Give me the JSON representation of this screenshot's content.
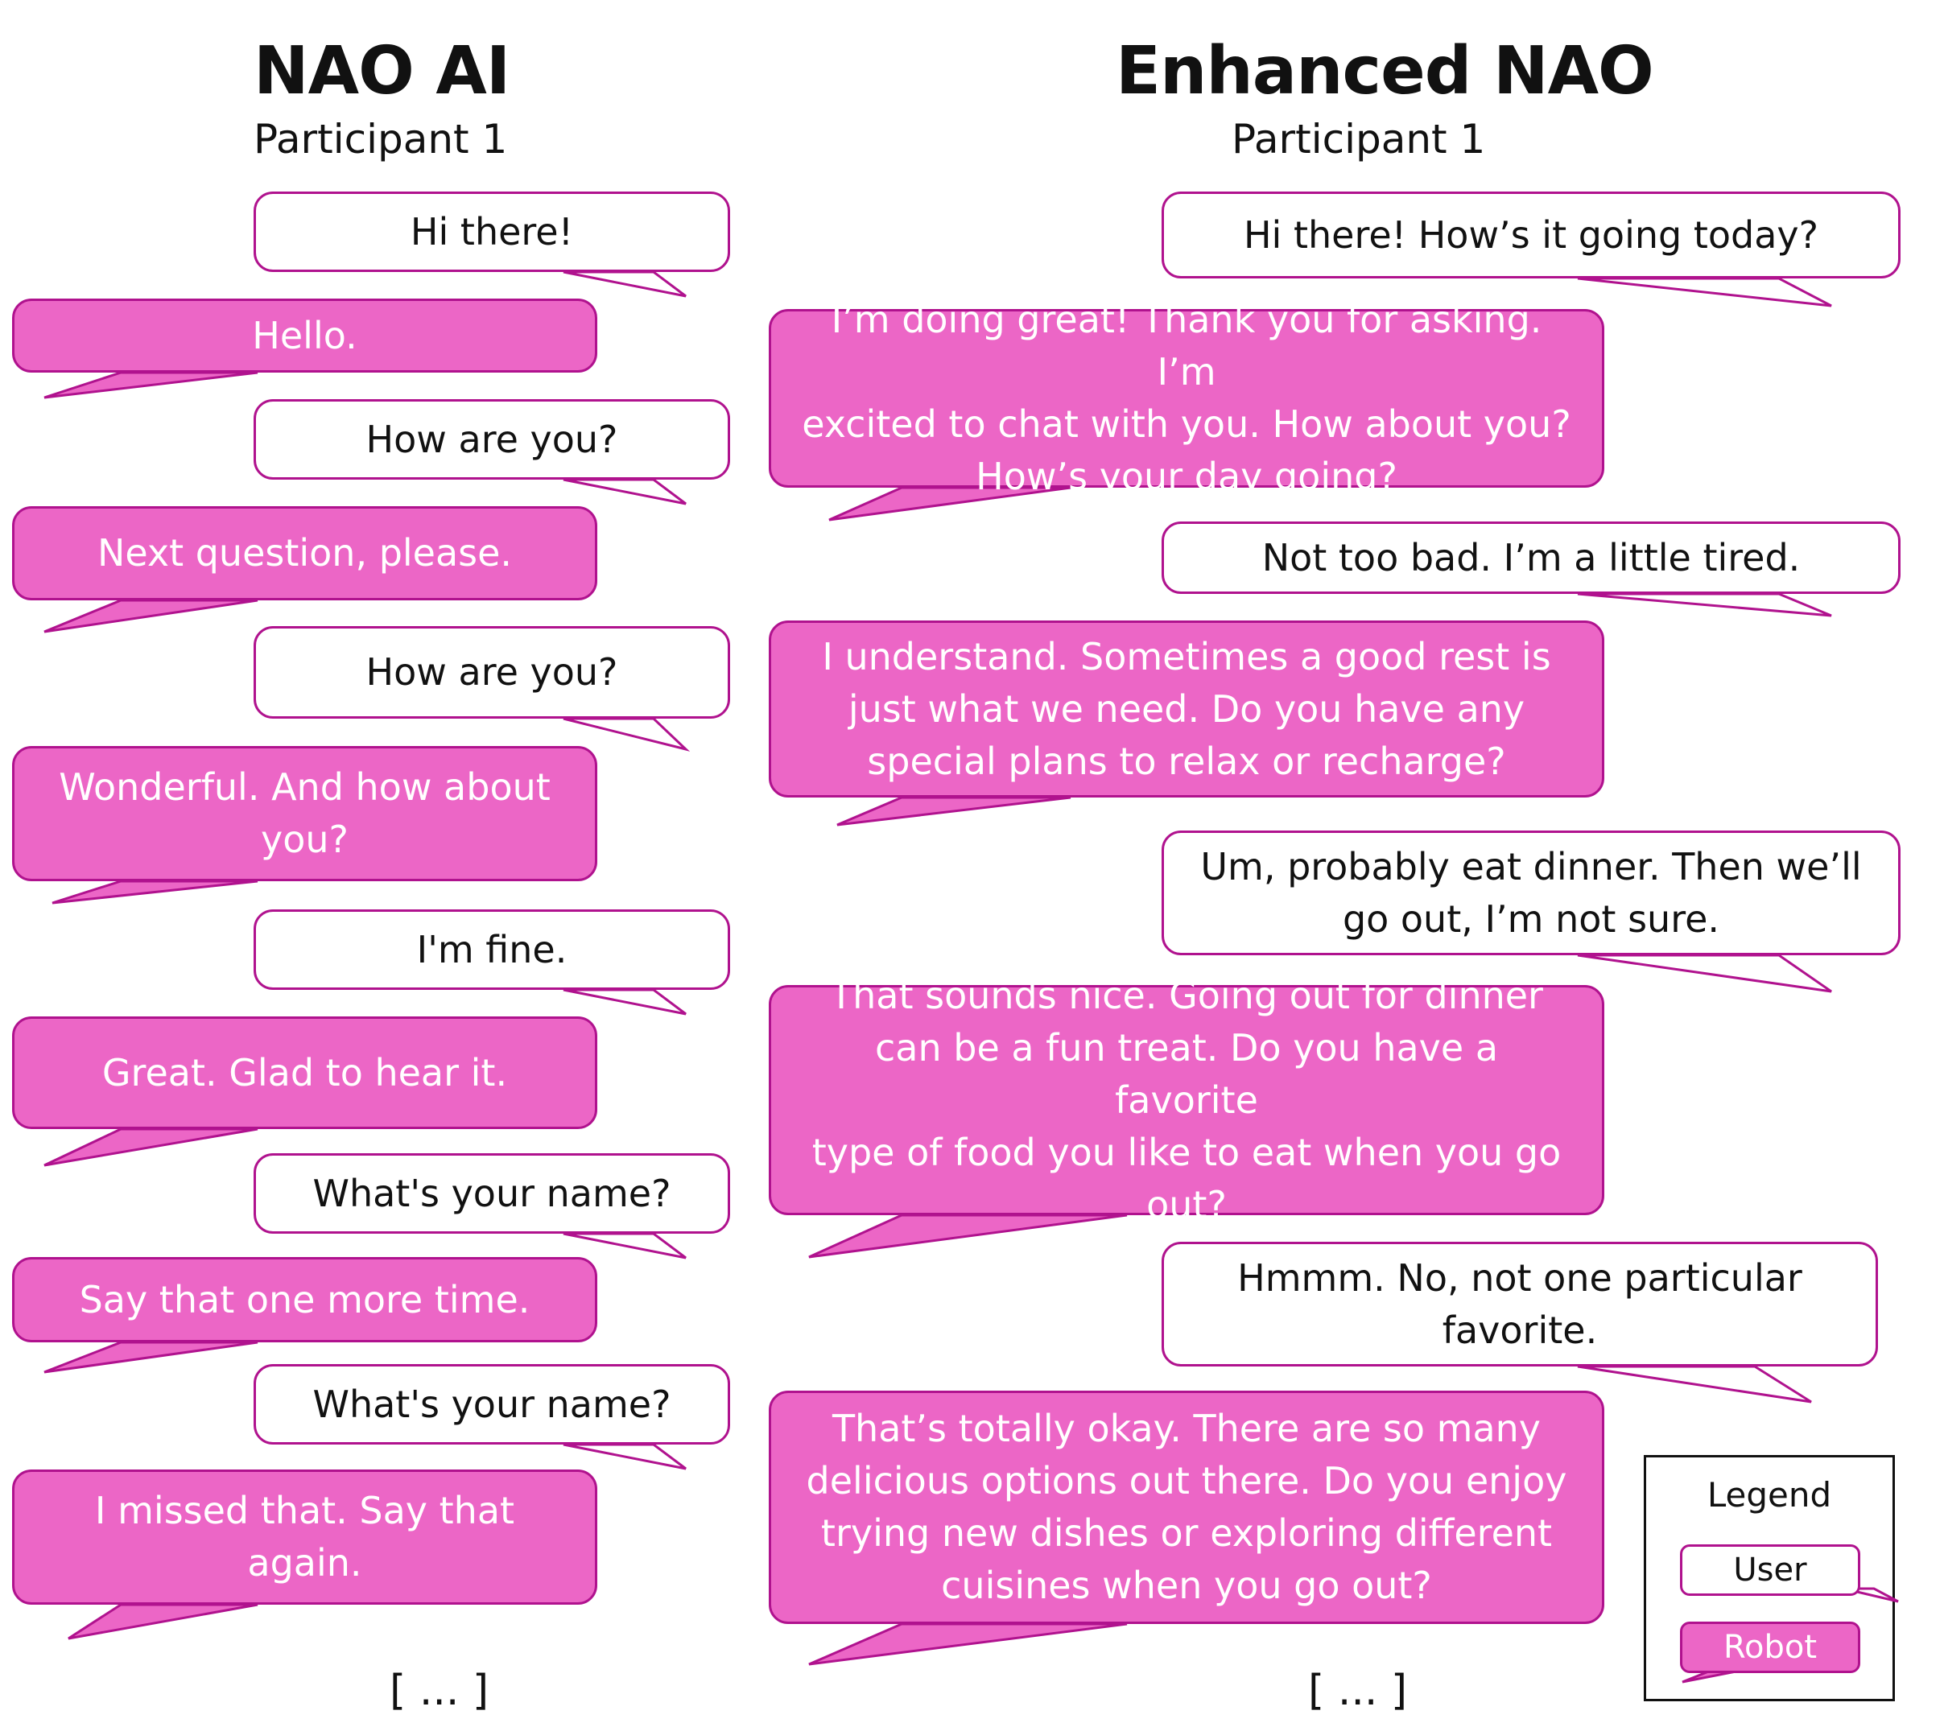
{
  "colors": {
    "robot_fill": "#ec66c6",
    "robot_border": "#b0128e",
    "user_fill": "#ffffff",
    "user_border": "#b0128e"
  },
  "left_panel": {
    "title": "NAO AI",
    "participant": "Participant 1",
    "messages": [
      {
        "speaker": "user",
        "text": "Hi there!"
      },
      {
        "speaker": "robot",
        "text": "Hello."
      },
      {
        "speaker": "user",
        "text": "How are you?"
      },
      {
        "speaker": "robot",
        "text": "Next question, please."
      },
      {
        "speaker": "user",
        "text": "How are you?"
      },
      {
        "speaker": "robot",
        "lines": [
          "Wonderful. And how about",
          "you?"
        ]
      },
      {
        "speaker": "user",
        "text": "I'm fine."
      },
      {
        "speaker": "robot",
        "text": "Great. Glad to hear it."
      },
      {
        "speaker": "user",
        "text": "What's your name?"
      },
      {
        "speaker": "robot",
        "text": "Say that one more time."
      },
      {
        "speaker": "user",
        "text": "What's your name?"
      },
      {
        "speaker": "robot",
        "lines": [
          "I missed that. Say that",
          "again."
        ]
      }
    ],
    "ellipsis": "[ ... ]"
  },
  "right_panel": {
    "title": "Enhanced NAO",
    "participant": "Participant 1",
    "messages": [
      {
        "speaker": "user",
        "text": "Hi there! How’s it going today?"
      },
      {
        "speaker": "robot",
        "lines": [
          "I’m doing great! Thank you for asking. I’m",
          "excited to chat with you. How about you?",
          "How’s your day going?"
        ]
      },
      {
        "speaker": "user",
        "text": "Not too bad. I’m a little tired."
      },
      {
        "speaker": "robot",
        "lines": [
          "I understand. Sometimes a good rest is",
          "just what we need. Do you have any",
          "special plans to relax or recharge?"
        ]
      },
      {
        "speaker": "user",
        "lines": [
          "Um, probably eat dinner. Then we’ll",
          "go out, I’m not sure."
        ]
      },
      {
        "speaker": "robot",
        "lines": [
          "That sounds nice. Going out for dinner",
          "can be a fun treat. Do you have a favorite",
          "type of food you like to eat when you go",
          "out?"
        ]
      },
      {
        "speaker": "user",
        "lines": [
          "Hmmm. No, not one particular",
          "favorite."
        ]
      },
      {
        "speaker": "robot",
        "lines": [
          "That’s totally okay. There are so many",
          "delicious options out there. Do you enjoy",
          "trying new dishes or exploring different",
          "cuisines when you go out?"
        ]
      }
    ],
    "ellipsis": "[ ... ]"
  },
  "legend": {
    "title": "Legend",
    "user_label": "User",
    "robot_label": "Robot"
  }
}
